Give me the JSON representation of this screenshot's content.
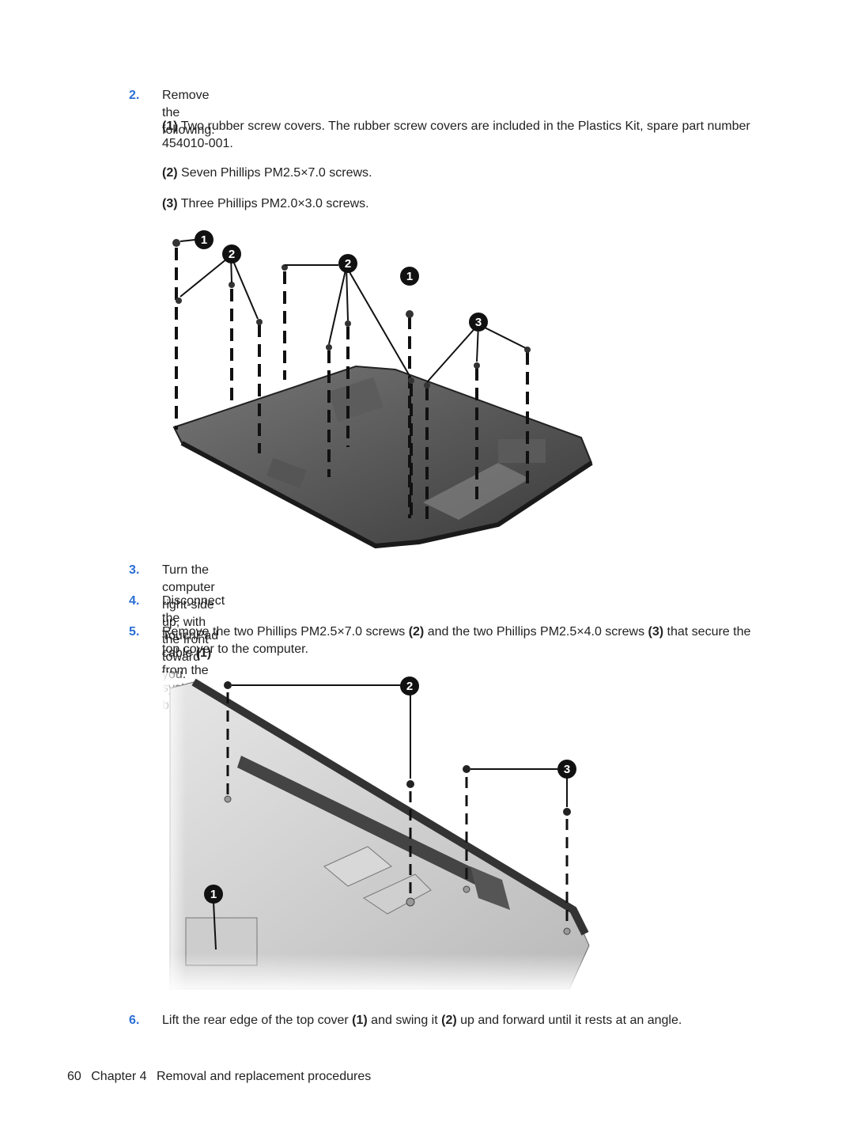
{
  "steps": {
    "s2": {
      "num": "2.",
      "text": "Remove the following:"
    },
    "s2_items": [
      {
        "callout": "(1)",
        "text": "Two rubber screw covers. The rubber screw covers are included in the Plastics Kit, spare part number 454010-001."
      },
      {
        "callout": "(2)",
        "text": "Seven Phillips PM2.5×7.0 screws."
      },
      {
        "callout": "(3)",
        "text": "Three Phillips PM2.0×3.0 screws."
      }
    ],
    "s3": {
      "num": "3.",
      "text": "Turn the computer right-side up, with the front toward you."
    },
    "s4": {
      "num": "4.",
      "text_a": "Disconnect the TouchPad cable",
      "c1": "(1)",
      "text_b": "from the system board."
    },
    "s5": {
      "num": "5.",
      "text_a": "Remove the two Phillips PM2.5×7.0 screws",
      "c2": "(2)",
      "text_b": "and the two Phillips PM2.5×4.0 screws",
      "c3": "(3)",
      "text_c": "that secure the top cover to the computer."
    },
    "s6": {
      "num": "6.",
      "text_a": "Lift the rear edge of the top cover",
      "c1": "(1)",
      "text_b": "and swing it",
      "c2": "(2)",
      "text_c": "up and forward until it rests at an angle."
    }
  },
  "figure1": {
    "callouts": [
      "1",
      "2",
      "2",
      "1",
      "3"
    ]
  },
  "figure2": {
    "callouts": [
      "2",
      "3",
      "1"
    ]
  },
  "footer": {
    "page": "60",
    "chapter": "Chapter 4",
    "title": "Removal and replacement procedures"
  },
  "colors": {
    "step_number": "#2b6fd6",
    "callout_bg": "#111111"
  }
}
